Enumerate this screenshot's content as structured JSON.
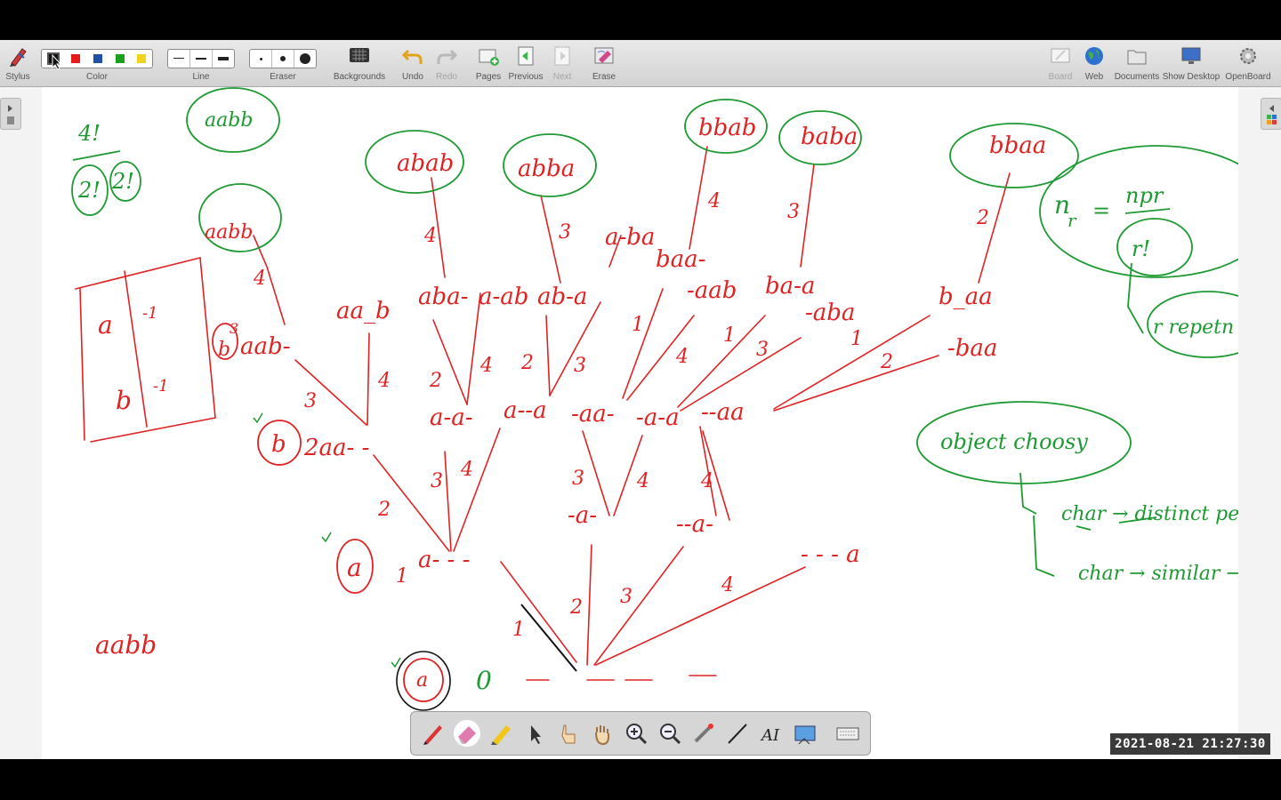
{
  "toolbar": {
    "stylus": "Stylus",
    "color": "Color",
    "line": "Line",
    "eraser": "Eraser",
    "backgrounds": "Backgrounds",
    "undo": "Undo",
    "redo": "Redo",
    "pages": "Pages",
    "previous": "Previous",
    "next": "Next",
    "erase": "Erase",
    "board": "Board",
    "web": "Web",
    "documents": "Documents",
    "show_desktop": "Show Desktop",
    "openboard": "OpenBoard",
    "colors": [
      "#111111",
      "#e31b1b",
      "#1f4fa8",
      "#1aa31a",
      "#f2d21a"
    ]
  },
  "board": {
    "red_labels": {
      "abab": "abab",
      "abba": "abba",
      "bbab": "bbab",
      "baba": "baba",
      "bbaa": "bbaa",
      "aabb_top": "aabb",
      "n4a": "4",
      "n3a": "3",
      "n4b": "4",
      "n3b": "3",
      "n2a": "2",
      "n4c": "4",
      "aba_": "a-ba",
      "baa_": "baa-",
      "aab": "aab-",
      "aa_b": "aa_b",
      "aba": "aba-",
      "a_ab": "a-ab",
      "ab_a": "ab-a",
      "_aab": "-aab",
      "ba_a": "ba-a",
      "_aba": "-aba",
      "b_aa": "b_aa",
      "__baa": "-baa",
      "b_circ": "b",
      "aab_row": "aab-",
      "b_circ2": "b",
      "row2aa": "2aa-  -",
      "a_a_": "a-a-",
      "a__a": "a--a",
      "_aa_": "-aa-",
      "_a_a": "-a-a",
      "__aa": "--aa",
      "m3": "3",
      "m4": "4",
      "m2": "2",
      "m4b": "4",
      "m2b": "2",
      "m3b": "3",
      "m1": "1",
      "m4c": "4",
      "m1b": "1",
      "m3c": "3",
      "m1c": "1",
      "m2c": "2",
      "a_circ": "a",
      "a___": "a- - -",
      "one": "1",
      "_a__": "-a-",
      "__a_": "--a-",
      "___a": "- - - a",
      "k2": "2",
      "k3": "3",
      "k4": "4",
      "k3b": "3",
      "k4b": "4",
      "k4c": "4",
      "z1": "1",
      "z2": "2",
      "z3": "3",
      "z4": "4",
      "a_bottom": "a",
      "zero": "0",
      "aabb_bottom": "aabb",
      "grid_a": "a",
      "grid_b": "b",
      "grid_v1": "-1",
      "grid_v2": "-1",
      "grid_n3": "3"
    },
    "green_labels": {
      "four_fact": "4!",
      "two_fact": "2!",
      "two_fact2": "2!",
      "aabb_green": "aabb",
      "formula_n": "n",
      "formula_r": "r",
      "formula_eq": "=",
      "formula_npr": "npr",
      "formula_rf": "r!",
      "r_repeat": "r repetn",
      "object_choose": "object choosy",
      "char_distinct": "char → distinct perm",
      "char_similar": "char → similar → combin"
    }
  },
  "timestamp": "2021-08-21  21:27:30"
}
